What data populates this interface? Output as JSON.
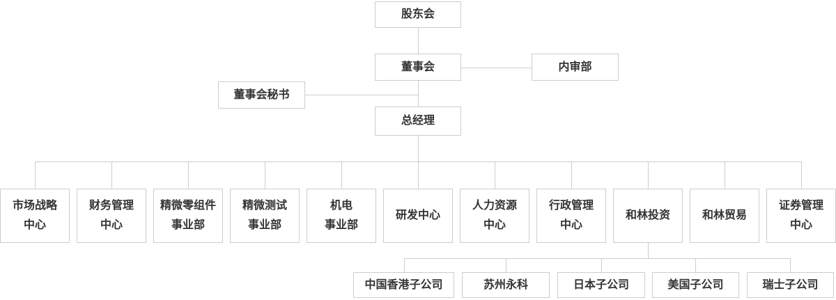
{
  "org": {
    "nodes": {
      "shareholders": "股东会",
      "board": "董事会",
      "internal_audit": "内审部",
      "board_secretary": "董事会秘书",
      "general_manager": "总经理"
    },
    "departments": [
      "市场战略\n中心",
      "财务管理\n中心",
      "精微零组件\n事业部",
      "精微测试\n事业部",
      "机电\n事业部",
      "研发中心",
      "人力资源\n中心",
      "行政管理\n中心",
      "和林投资",
      "和林贸易",
      "证券管理\n中心"
    ],
    "subsidiaries": [
      "中国香港子公司",
      "苏州永科",
      "日本子公司",
      "美国子公司",
      "瑞士子公司"
    ]
  },
  "colors": {
    "background": "#ffffff",
    "box_border": "#cccccc",
    "connector_line": "#cccccc",
    "text": "#333333"
  }
}
